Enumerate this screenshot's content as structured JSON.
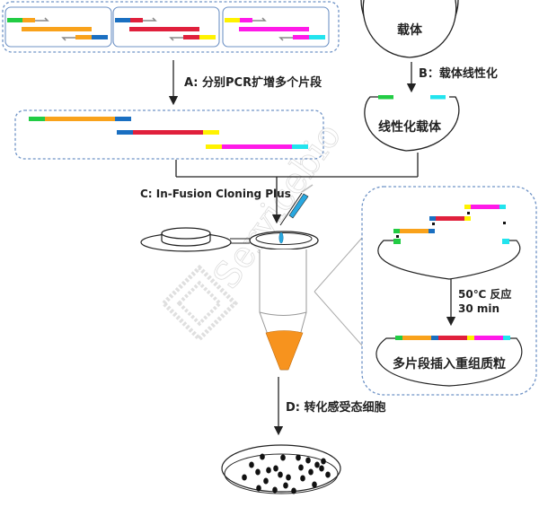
{
  "colors": {
    "green": "#22cc44",
    "orange": "#f9a21b",
    "blue": "#1a6fc1",
    "red": "#e0203c",
    "yellow": "#fff200",
    "magenta": "#ff1ae8",
    "cyan": "#22e4ee",
    "primer_arrow": "#888888",
    "dashed_border": "#6f93c6",
    "liquid": "#f7931e",
    "pipette_tip": "#29a8e0",
    "line": "#222222"
  },
  "labels": {
    "vector": "载体",
    "step_b": "B：载体线性化",
    "linearized_vector": "线性化载体",
    "step_a": "A: 分别PCR扩增多个片段",
    "step_c": "C: In-Fusion Cloning Plus",
    "reaction_temp": "50℃ 反应",
    "reaction_time": "30 min",
    "recombinant_plasmid": "多片段插入重组质粒",
    "step_d": "D: 转化感受态细胞",
    "watermark": "Servicebio"
  },
  "pcr_panels": [
    {
      "template": [
        "orange"
      ],
      "fwd_primer": [
        "green",
        "orange"
      ],
      "rev_primer": [
        "orange",
        "blue"
      ]
    },
    {
      "template": [
        "red"
      ],
      "fwd_primer": [
        "blue",
        "red"
      ],
      "rev_primer": [
        "red",
        "yellow"
      ]
    },
    {
      "template": [
        "magenta"
      ],
      "fwd_primer": [
        "yellow",
        "magenta"
      ],
      "rev_primer": [
        "magenta",
        "cyan"
      ]
    }
  ],
  "amplified_fragments": [
    [
      "green",
      "orange",
      "blue"
    ],
    [
      "blue",
      "red",
      "yellow"
    ],
    [
      "yellow",
      "magenta",
      "cyan"
    ]
  ],
  "final_plasmid_insert": [
    "green",
    "orange",
    "blue",
    "red",
    "yellow",
    "magenta",
    "cyan"
  ]
}
